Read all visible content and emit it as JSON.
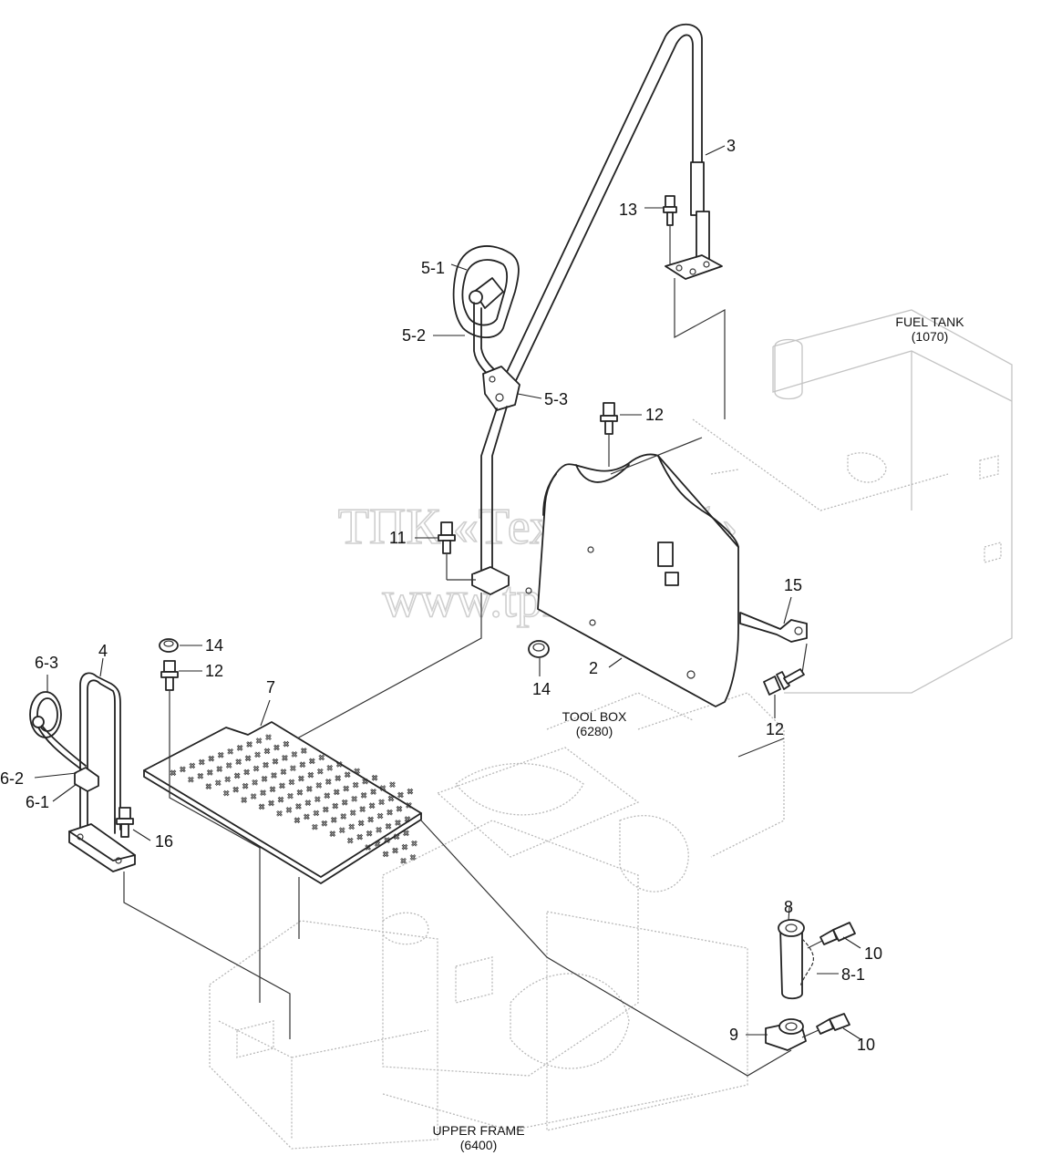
{
  "watermark": {
    "line1": "ТПК «Техно-Сиб»",
    "line2": "www.tpkts.ru"
  },
  "callouts": [
    {
      "id": "c3",
      "text": "3"
    },
    {
      "id": "c13",
      "text": "13"
    },
    {
      "id": "c5-1",
      "text": "5-1"
    },
    {
      "id": "c5-2",
      "text": "5-2"
    },
    {
      "id": "c5-3",
      "text": "5-3"
    },
    {
      "id": "c12a",
      "text": "12"
    },
    {
      "id": "c11",
      "text": "11"
    },
    {
      "id": "c15",
      "text": "15"
    },
    {
      "id": "c14a",
      "text": "14"
    },
    {
      "id": "c12b",
      "text": "12"
    },
    {
      "id": "c4",
      "text": "4"
    },
    {
      "id": "c6-3",
      "text": "6-3"
    },
    {
      "id": "c7",
      "text": "7"
    },
    {
      "id": "c14b",
      "text": "14"
    },
    {
      "id": "c2",
      "text": "2"
    },
    {
      "id": "c12c",
      "text": "12"
    },
    {
      "id": "c6-2",
      "text": "6-2"
    },
    {
      "id": "c6-1",
      "text": "6-1"
    },
    {
      "id": "c16",
      "text": "16"
    },
    {
      "id": "c8",
      "text": "8"
    },
    {
      "id": "c10a",
      "text": "10"
    },
    {
      "id": "c8-1",
      "text": "8-1"
    },
    {
      "id": "c9",
      "text": "9"
    },
    {
      "id": "c10b",
      "text": "10"
    }
  ],
  "captions": {
    "fuel_tank": {
      "name": "FUEL TANK",
      "code": "(1070)"
    },
    "tool_box": {
      "name": "TOOL BOX",
      "code": "(6280)"
    },
    "upper_frame": {
      "name": "UPPER FRAME",
      "code": "(6400)"
    }
  }
}
